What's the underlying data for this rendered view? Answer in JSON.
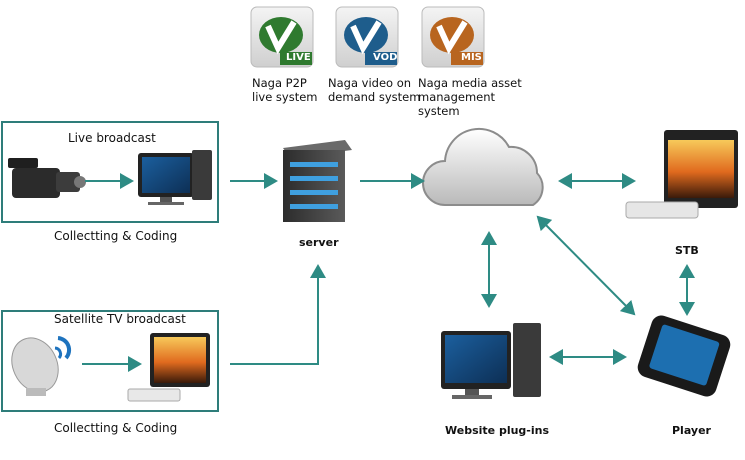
{
  "logos": [
    {
      "mark": "V",
      "badge": "LIVE",
      "caption": [
        "Naga P2P",
        "live system"
      ],
      "color": "#2f7a2f"
    },
    {
      "mark": "V",
      "badge": "VOD",
      "caption": [
        "Naga video on",
        "demand system"
      ],
      "color": "#1e5d8c"
    },
    {
      "mark": "V",
      "badge": "MIS",
      "caption": [
        "Naga media asset",
        "management",
        "system"
      ],
      "color": "#b8651f"
    }
  ],
  "source_boxes": {
    "live_title": "Live broadcast",
    "live_caption": "Collectting & Coding",
    "satellite_title": "Satellite TV broadcast",
    "satellite_caption": "Collectting & Coding"
  },
  "nodes": {
    "server": "server",
    "stb": "STB",
    "website": "Website plug-ins",
    "player": "Player"
  },
  "colors": {
    "arrow": "#2e8b84",
    "frame": "#2e7d7a"
  }
}
